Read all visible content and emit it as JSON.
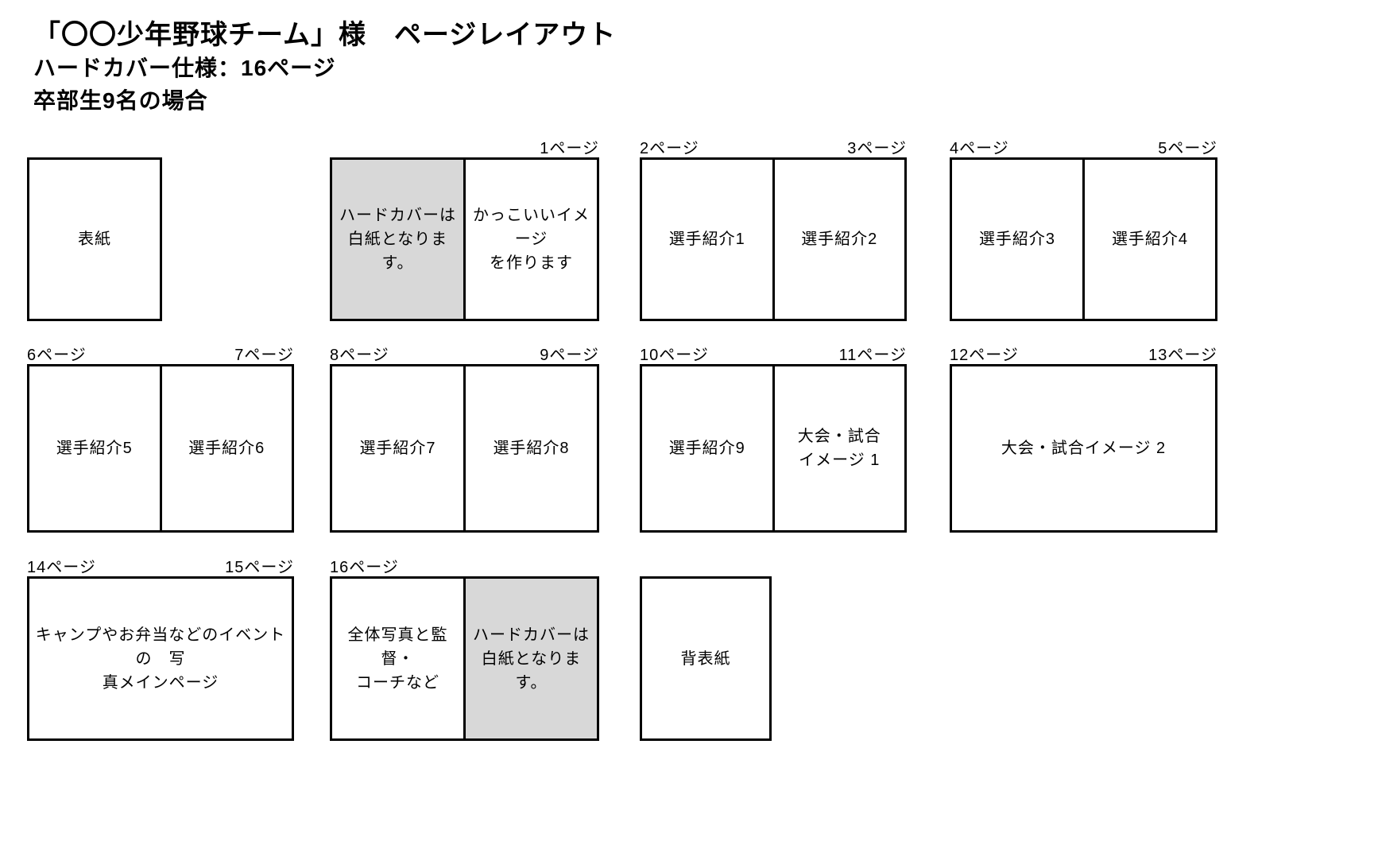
{
  "header": {
    "title": "「〇〇少年野球チーム」様　ページレイアウト",
    "spec": "ハードカバー仕様：16ページ",
    "members": "卒部生9名の場合"
  },
  "colors": {
    "border": "#000000",
    "blank_fill": "#d8d8d8"
  },
  "sheets": {
    "cover": {
      "cells": [
        {
          "text": "表紙"
        }
      ]
    },
    "p1": {
      "label_left": "",
      "label_right": "1ページ",
      "cells": [
        {
          "text": "ハードカバーは\n白紙となります。",
          "blank": true
        },
        {
          "text": "かっこいいイメージ\nを作ります"
        }
      ]
    },
    "p2_3": {
      "label_left": "2ページ",
      "label_right": "3ページ",
      "cells": [
        {
          "text": "選手紹介1"
        },
        {
          "text": "選手紹介2"
        }
      ]
    },
    "p4_5": {
      "label_left": "4ページ",
      "label_right": "5ページ",
      "cells": [
        {
          "text": "選手紹介3"
        },
        {
          "text": "選手紹介4"
        }
      ]
    },
    "p6_7": {
      "label_left": "6ページ",
      "label_right": "7ページ",
      "cells": [
        {
          "text": "選手紹介5"
        },
        {
          "text": "選手紹介6"
        }
      ]
    },
    "p8_9": {
      "label_left": "8ページ",
      "label_right": "9ページ",
      "cells": [
        {
          "text": "選手紹介7"
        },
        {
          "text": "選手紹介8"
        }
      ]
    },
    "p10_11": {
      "label_left": "10ページ",
      "label_right": "11ページ",
      "cells": [
        {
          "text": "選手紹介9"
        },
        {
          "text": "大会・試合\nイメージ  1"
        }
      ]
    },
    "p12_13": {
      "label_left": "12ページ",
      "label_right": "13ページ",
      "cells": [
        {
          "text": "大会・試合イメージ  2"
        }
      ]
    },
    "p14_15": {
      "label_left": "14ページ",
      "label_right": "15ページ",
      "cells": [
        {
          "text": "キャンプやお弁当などのイベントの　写\n真メインページ"
        }
      ]
    },
    "p16": {
      "label_left": "16ページ",
      "label_right": "",
      "cells": [
        {
          "text": "全体写真と監督・\nコーチなど"
        },
        {
          "text": "ハードカバーは\n白紙となります。",
          "blank": true
        }
      ]
    },
    "back": {
      "cells": [
        {
          "text": "背表紙"
        }
      ]
    }
  }
}
